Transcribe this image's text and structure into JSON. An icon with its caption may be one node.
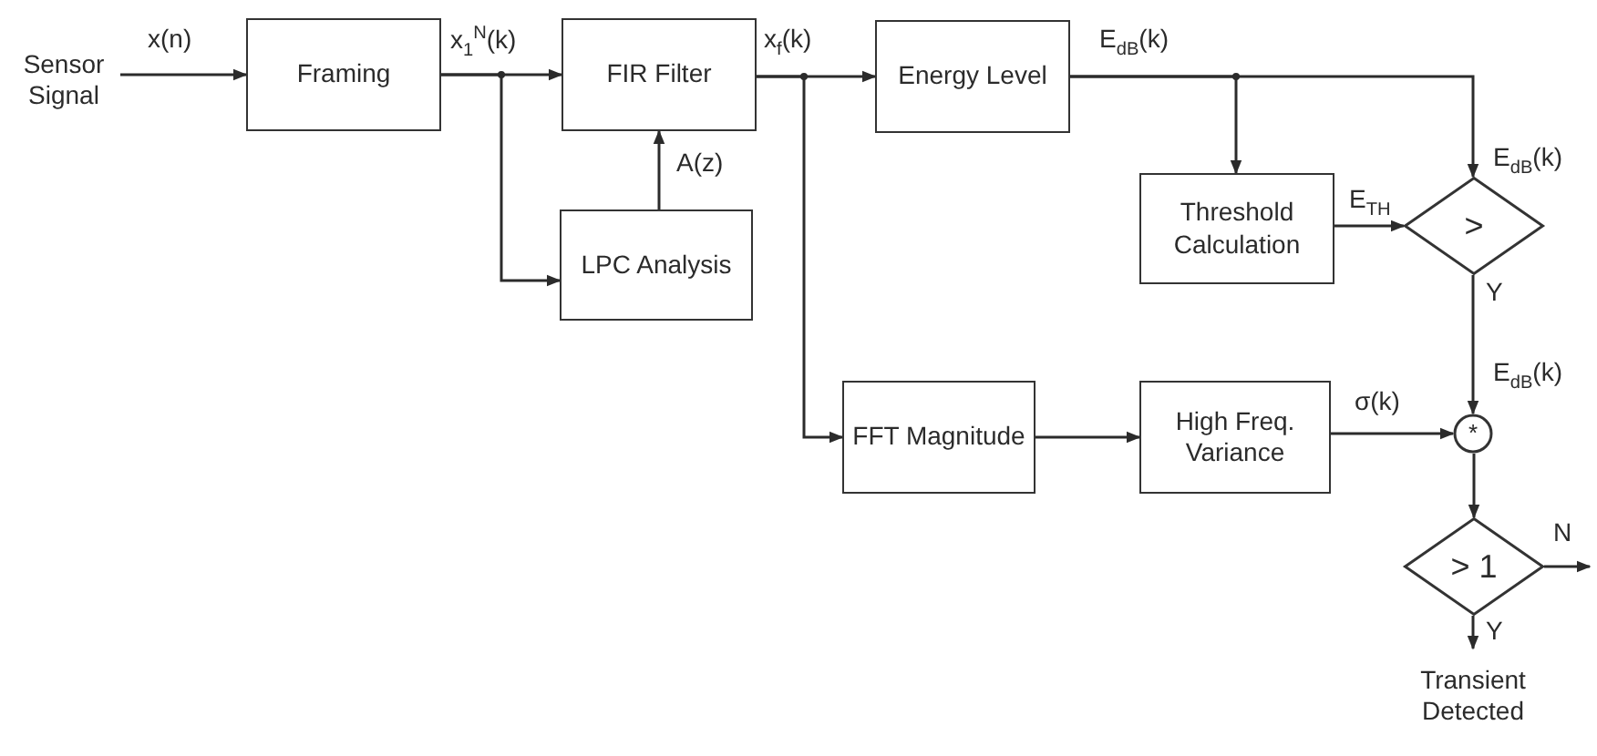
{
  "diagram": {
    "nodes": [
      {
        "text": [
          "Sensor Signal"
        ]
      },
      {
        "text": [
          "Framing"
        ]
      },
      {
        "text": [
          "FIR Filter"
        ]
      },
      {
        "text": [
          "LPC Analysis"
        ]
      },
      {
        "text": [
          "Energy Level"
        ]
      },
      {
        "text": [
          "Threshold Calculation"
        ]
      },
      {
        "text": [
          ">"
        ]
      },
      {
        "text": [
          "FFT Magnitude"
        ]
      },
      {
        "text": [
          "High Freq. Variance"
        ]
      },
      {
        "text": [
          "*"
        ]
      },
      {
        "text": [
          "> 1"
        ]
      },
      {
        "text": [
          "Transient Detected"
        ]
      }
    ],
    "edges": [
      {
        "from": 0,
        "to": 1,
        "arrow": "to",
        "label": "x(n)"
      },
      {
        "from": 1,
        "to": 2,
        "arrow": "to",
        "label": "x$_{1}$$^{N}$(k)"
      },
      {
        "from": 1,
        "to": 3,
        "arrow": "to"
      },
      {
        "from": 3,
        "to": 2,
        "arrow": "to",
        "label": "A(z)"
      },
      {
        "from": 2,
        "to": 4,
        "arrow": "to",
        "label": "x$_{f}$(k)"
      },
      {
        "from": 2,
        "to": 7,
        "arrow": "to"
      },
      {
        "from": 4,
        "to": 6,
        "arrow": "to",
        "label": "E$_{dB}$(k)"
      },
      {
        "from": 4,
        "to": 5,
        "arrow": "to"
      },
      {
        "from": 5,
        "to": 6,
        "arrow": "to",
        "label": "E$_{TH}$"
      },
      {
        "from": 6,
        "to": 9,
        "arrow": "to",
        "label": "Y"
      },
      {
        "from": 7,
        "to": 8,
        "arrow": "to"
      },
      {
        "from": 8,
        "to": 9,
        "arrow": "to",
        "label": "σ(k)"
      },
      {
        "from": 9,
        "to": 10,
        "arrow": "to"
      },
      {
        "from": 10,
        "to": null,
        "arrow": "to",
        "label": "N"
      },
      {
        "from": 10,
        "to": 11,
        "arrow": "to",
        "label": "Y"
      }
    ],
    "labels": [
      "E$_{dB}$(k)",
      "E$_{dB}$(k)"
    ]
  }
}
